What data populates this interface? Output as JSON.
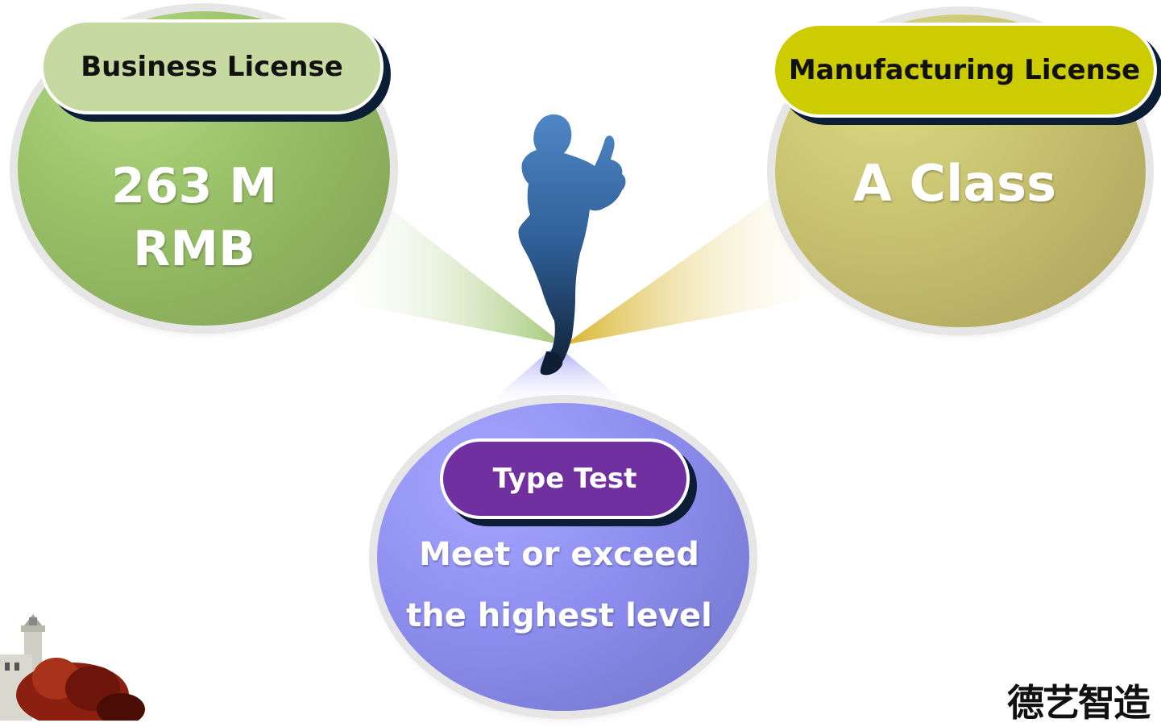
{
  "left": {
    "label": "Business License",
    "value": "263 M\nRMB"
  },
  "right": {
    "label": "Manufacturing License",
    "value": "A Class"
  },
  "bottom": {
    "label": "Type Test",
    "value_line1": "Meet or exceed",
    "value_line2": "the highest level"
  },
  "logo": {
    "text": "德艺智造"
  },
  "colors": {
    "left_circle": "#8fb35c",
    "right_circle": "#c2bb66",
    "bottom_circle": "#8a8ae8",
    "business_pill": "#c5d9a0",
    "manufacturing_pill": "#cccc00",
    "type_pill": "#7030a0",
    "person": "#2f5f96"
  }
}
